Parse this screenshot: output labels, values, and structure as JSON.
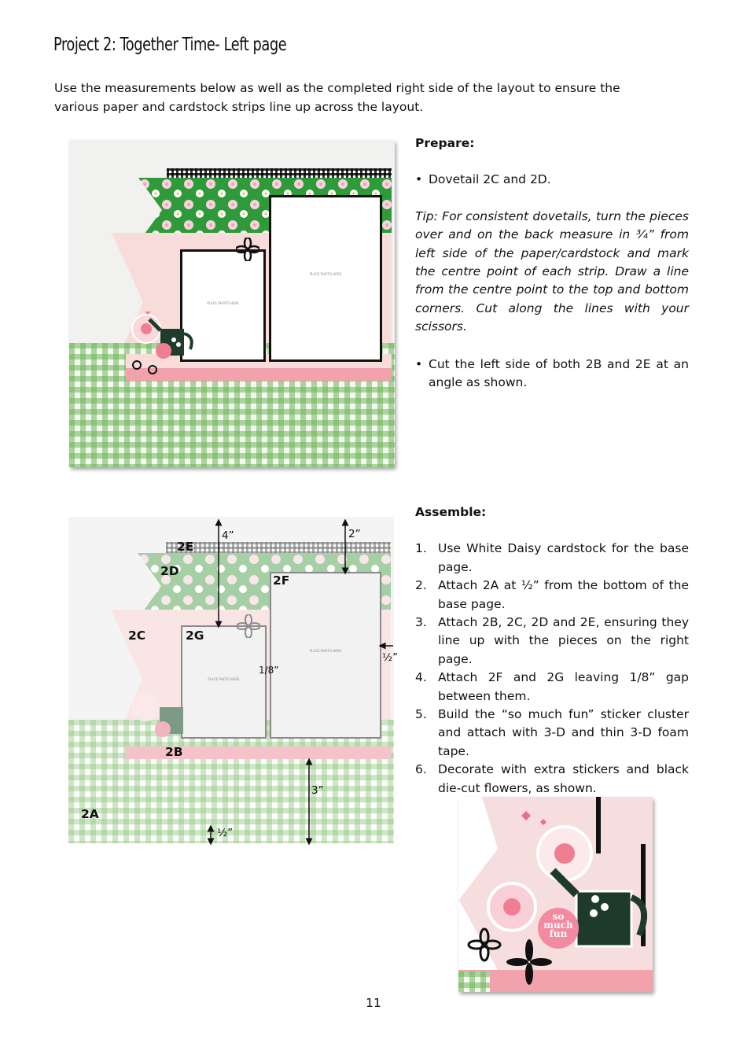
{
  "title": "Project 2: Together Time- Left page",
  "intro": "Use the measurements below as well as the completed right side of the layout to ensure the various paper and cardstock strips line up across the layout.",
  "prepare": {
    "heading": "Prepare:",
    "bullet1": "Dovetail 2C and 2D.",
    "tip": "Tip: For consistent dovetails, turn the pieces over and on the back measure in ¾” from left side of the paper/cardstock and mark the centre point of each strip. Draw a line from the centre point to the top and bottom corners. Cut along the lines with your scissors.",
    "bullet2": "Cut the left side of both 2B and 2E at an angle as shown."
  },
  "assemble": {
    "heading": "Assemble:",
    "steps": [
      {
        "num": "1.",
        "text": "Use White Daisy cardstock for the base page."
      },
      {
        "num": "2.",
        "text": "Attach 2A at ½” from the bottom of the base page."
      },
      {
        "num": "3.",
        "text": "Attach 2B, 2C, 2D and 2E, ensuring they line up with the pieces on the right page."
      },
      {
        "num": "4.",
        "text": "Attach 2F and 2G leaving 1/8” gap between them."
      },
      {
        "num": "5.",
        "text": "Build the “so much fun” sticker cluster and attach with 3-D and thin 3-D foam tape."
      },
      {
        "num": "6.",
        "text": "Decorate with extra stickers and black die-cut flowers, as shown."
      }
    ]
  },
  "diagram": {
    "labels": {
      "a": "2A",
      "b": "2B",
      "c": "2C",
      "d": "2D",
      "e": "2E",
      "f": "2F",
      "g": "2G"
    },
    "measures": {
      "top_left": "4”",
      "top_right": "2”",
      "right_side": "½”",
      "gap": "1/8”",
      "bottom_mid": "3”",
      "bottom_left": "½”"
    },
    "placeholder": "PLACE PHOTO HERE"
  },
  "sticker_text": "so much fun",
  "page_number": "11"
}
